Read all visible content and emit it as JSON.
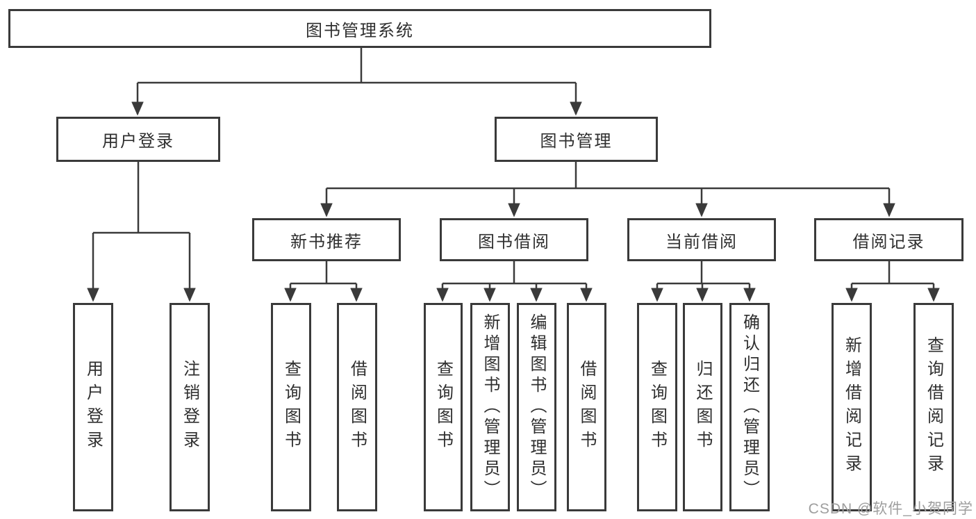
{
  "colors": {
    "line": "#3a3a3a",
    "text": "#2f2f2f",
    "box_background": "#ffffff",
    "background": "#ffffff",
    "watermark": "#9e9e9e"
  },
  "tree": {
    "label": "图书管理系统",
    "children": [
      {
        "label": "用户登录",
        "children": [
          {
            "label": "用户登录"
          },
          {
            "label": "注销登录"
          }
        ]
      },
      {
        "label": "图书管理",
        "children": [
          {
            "label": "新书推荐",
            "children": [
              {
                "label": "查询图书"
              },
              {
                "label": "借阅图书"
              }
            ]
          },
          {
            "label": "图书借阅",
            "children": [
              {
                "label": "查询图书"
              },
              {
                "label": "新增图书（管理员）"
              },
              {
                "label": "编辑图书（管理员）"
              },
              {
                "label": "借阅图书"
              }
            ]
          },
          {
            "label": "当前借阅",
            "children": [
              {
                "label": "查询图书"
              },
              {
                "label": "归还图书"
              },
              {
                "label": "确认归还（管理员）"
              }
            ]
          },
          {
            "label": "借阅记录",
            "children": [
              {
                "label": "新增借阅记录"
              },
              {
                "label": "查询借阅记录"
              }
            ]
          }
        ]
      }
    ]
  },
  "watermark": {
    "text": "CSDN @软件_小贺同学"
  }
}
